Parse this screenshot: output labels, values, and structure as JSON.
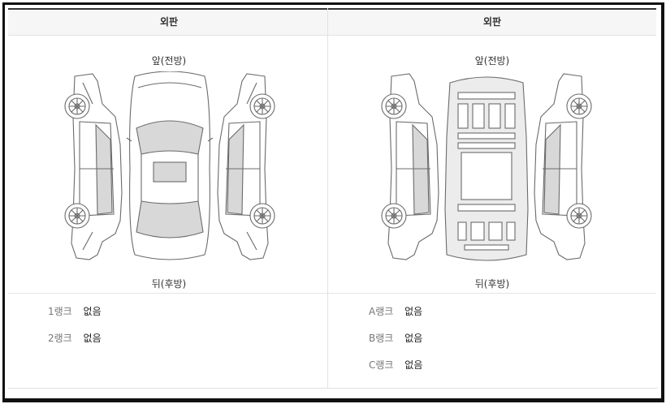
{
  "left_panel": {
    "header": "외판",
    "front_label": "앞(전방)",
    "rear_label": "뒤(후방)",
    "ranks": [
      {
        "label": "1랭크",
        "value": "없음"
      },
      {
        "label": "2랭크",
        "value": "없음"
      }
    ]
  },
  "right_panel": {
    "header": "외판",
    "front_label": "앞(전방)",
    "rear_label": "뒤(후방)",
    "ranks": [
      {
        "label": "A랭크",
        "value": "없음"
      },
      {
        "label": "B랭크",
        "value": "없음"
      },
      {
        "label": "C랭크",
        "value": "없음"
      }
    ]
  },
  "colors": {
    "outline": "#6b6b6b",
    "glass": "#d8d8d8",
    "frame_gray": "#ececec"
  }
}
